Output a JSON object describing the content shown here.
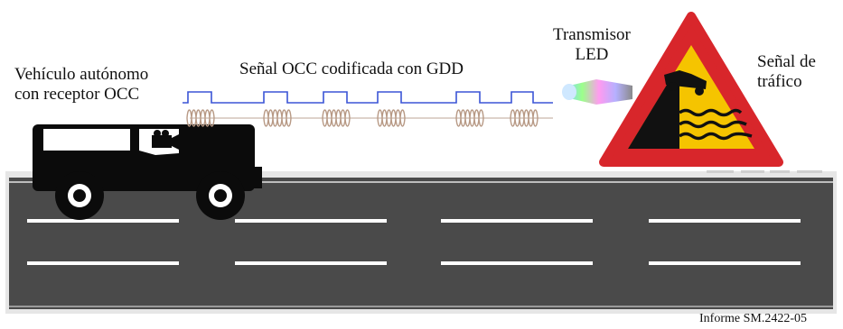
{
  "labels": {
    "vehicle": [
      "Vehículo autónomo",
      "con receptor OCC"
    ],
    "signal": "Señal OCC codificada con GDD",
    "transmitter": [
      "Transmisor",
      "LED"
    ],
    "traffic_sign": [
      "Señal de",
      "tráfico"
    ],
    "report": "Informe SM.2422-05"
  },
  "colors": {
    "road": "#4a4a4a",
    "lane_marking": "#ffffff",
    "vehicle": "#0b0b0b",
    "square_wave": "#3b55d6",
    "bursts": "#b89a86",
    "sign_border": "#d8262b",
    "sign_fill": "#f5c400"
  },
  "icons": [
    "vehicle-icon",
    "camera-icon",
    "led-transmitter-icon",
    "traffic-warning-sign-icon",
    "car-falling-icon",
    "water-waves-icon"
  ]
}
